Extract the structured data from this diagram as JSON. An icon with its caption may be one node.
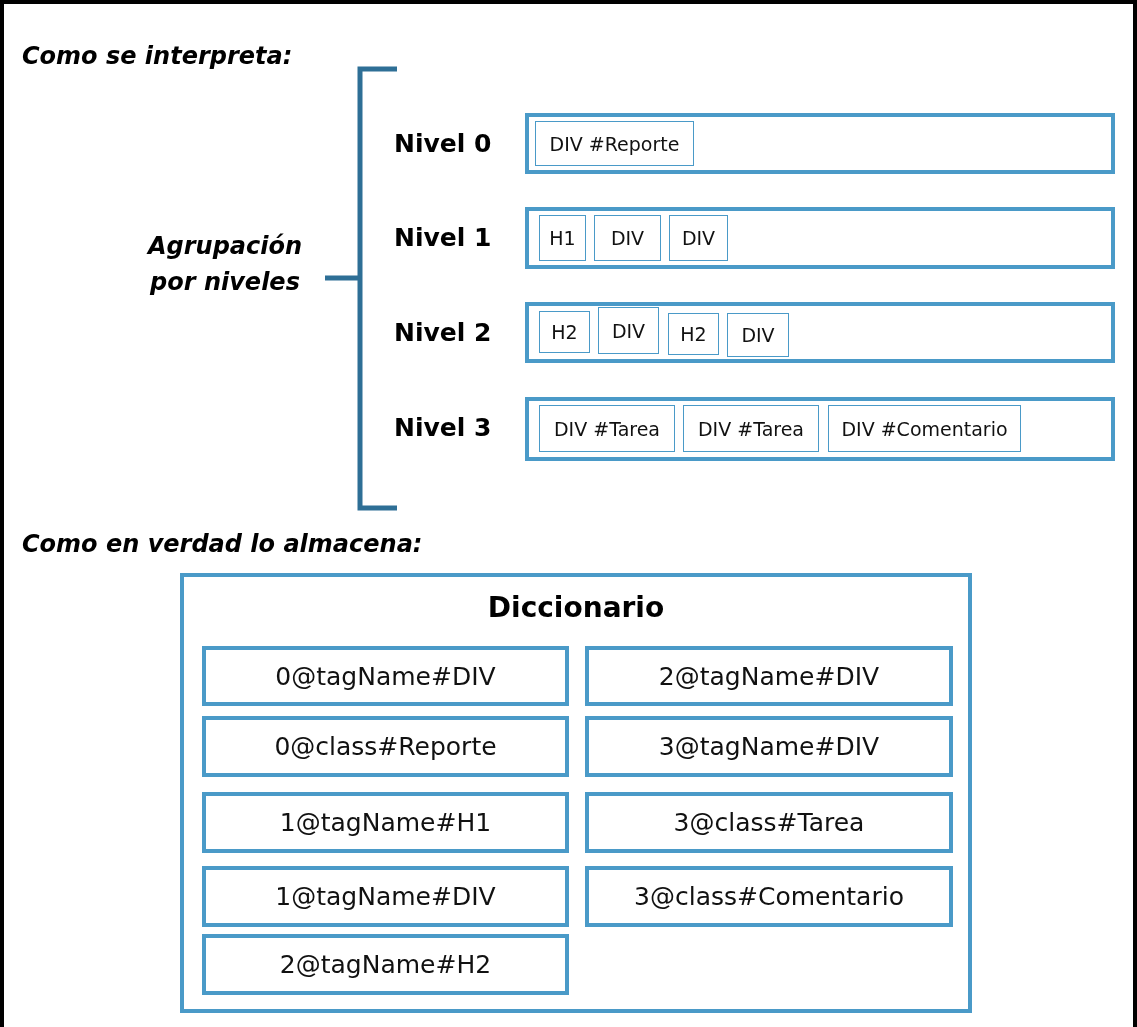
{
  "diagram": {
    "nodes": [
      {
        "text": [
          "Nivel 0"
        ]
      },
      {
        "text": [
          "DIV #Reporte"
        ],
        "in": 0
      },
      {
        "text": [
          "Nivel 1"
        ]
      },
      {
        "text": [
          "H1"
        ],
        "in": 2
      },
      {
        "text": [
          "DIV"
        ],
        "in": 2
      },
      {
        "text": [
          "DIV"
        ],
        "in": 2
      },
      {
        "text": [
          "Nivel 2"
        ]
      },
      {
        "text": [
          "H2"
        ],
        "in": 6
      },
      {
        "text": [
          "DIV"
        ],
        "in": 6
      },
      {
        "text": [
          "H2"
        ],
        "in": 6
      },
      {
        "text": [
          "DIV"
        ],
        "in": 6
      },
      {
        "text": [
          "Nivel 3"
        ]
      },
      {
        "text": [
          "DIV #Tarea"
        ],
        "in": 11
      },
      {
        "text": [
          "DIV #Tarea"
        ],
        "in": 11
      },
      {
        "text": [
          "DIV #Comentario"
        ],
        "in": 11
      },
      {
        "text": [
          "Diccionario"
        ]
      },
      {
        "text": [
          "0@tagName#DIV"
        ],
        "in": 15
      },
      {
        "text": [
          "2@tagName#DIV"
        ],
        "in": 15
      },
      {
        "text": [
          "0@class#Reporte"
        ],
        "in": 15
      },
      {
        "text": [
          "3@tagName#DIV"
        ],
        "in": 15
      },
      {
        "text": [
          "1@tagName#H1"
        ],
        "in": 15
      },
      {
        "text": [
          "3@class#Tarea"
        ],
        "in": 15
      },
      {
        "text": [
          "1@tagName#DIV"
        ],
        "in": 15
      },
      {
        "text": [
          "3@class#Comentario"
        ],
        "in": 15
      },
      {
        "text": [
          "2@tagName#H2"
        ],
        "in": 15
      }
    ],
    "edges": [],
    "labels": [
      "Como se interpreta:",
      "Agrupación por niveles",
      "Como en verdad lo almacena:"
    ]
  }
}
